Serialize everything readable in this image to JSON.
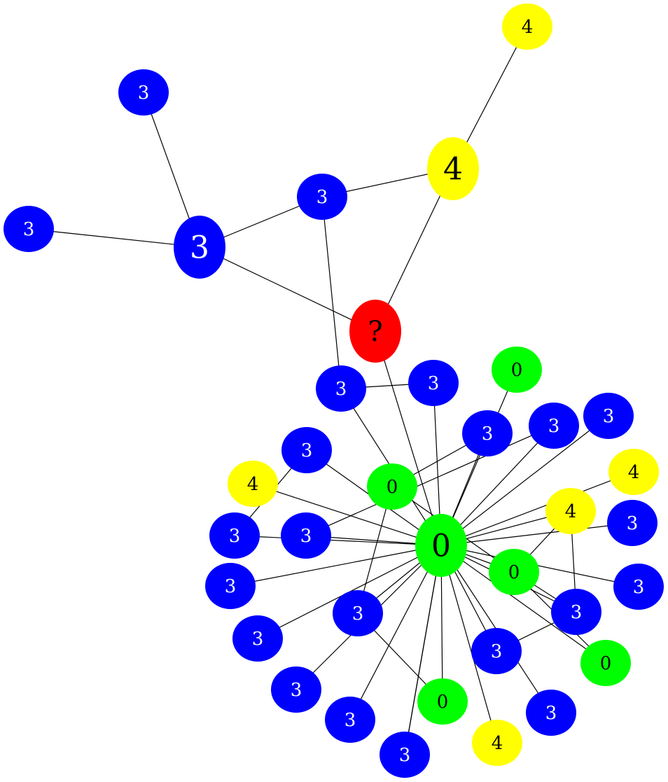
{
  "colors": {
    "blue": "#0000ff",
    "green": "#00ff00",
    "yellow": "#ffff00",
    "red": "#ff0000",
    "edge": "#000000",
    "label_on_blue": "#ffffff",
    "label_default": "#000000"
  },
  "nodes": [
    {
      "id": "y_top",
      "label": "4",
      "color": "yellow"
    },
    {
      "id": "b_topleft",
      "label": "3",
      "color": "blue"
    },
    {
      "id": "y_big",
      "label": "4",
      "color": "yellow"
    },
    {
      "id": "b_mid",
      "label": "3",
      "color": "blue"
    },
    {
      "id": "b_left",
      "label": "3",
      "color": "blue"
    },
    {
      "id": "b_big",
      "label": "3",
      "color": "blue"
    },
    {
      "id": "red_q",
      "label": "?",
      "color": "red"
    },
    {
      "id": "g_top",
      "label": "0",
      "color": "green"
    },
    {
      "id": "b_a",
      "label": "3",
      "color": "blue"
    },
    {
      "id": "b_b",
      "label": "3",
      "color": "blue"
    },
    {
      "id": "b_c",
      "label": "3",
      "color": "blue"
    },
    {
      "id": "b_d",
      "label": "3",
      "color": "blue"
    },
    {
      "id": "b_e",
      "label": "3",
      "color": "blue"
    },
    {
      "id": "b_f",
      "label": "3",
      "color": "blue"
    },
    {
      "id": "y_a",
      "label": "4",
      "color": "yellow"
    },
    {
      "id": "y_b",
      "label": "4",
      "color": "yellow"
    },
    {
      "id": "g_a",
      "label": "0",
      "color": "green"
    },
    {
      "id": "y_c",
      "label": "4",
      "color": "yellow"
    },
    {
      "id": "b_g",
      "label": "3",
      "color": "blue"
    },
    {
      "id": "b_h",
      "label": "3",
      "color": "blue"
    },
    {
      "id": "g_center",
      "label": "0",
      "color": "green"
    },
    {
      "id": "b_i",
      "label": "3",
      "color": "blue"
    },
    {
      "id": "g_b",
      "label": "0",
      "color": "green"
    },
    {
      "id": "b_j",
      "label": "3",
      "color": "blue"
    },
    {
      "id": "b_k",
      "label": "3",
      "color": "blue"
    },
    {
      "id": "b_l",
      "label": "3",
      "color": "blue"
    },
    {
      "id": "b_m",
      "label": "3",
      "color": "blue"
    },
    {
      "id": "b_n",
      "label": "3",
      "color": "blue"
    },
    {
      "id": "g_c",
      "label": "0",
      "color": "green"
    },
    {
      "id": "b_o",
      "label": "3",
      "color": "blue"
    },
    {
      "id": "b_p",
      "label": "3",
      "color": "blue"
    },
    {
      "id": "g_d",
      "label": "0",
      "color": "green"
    },
    {
      "id": "y_d",
      "label": "4",
      "color": "yellow"
    },
    {
      "id": "b_q",
      "label": "3",
      "color": "blue"
    },
    {
      "id": "b_r",
      "label": "3",
      "color": "blue"
    },
    {
      "id": "b_s",
      "label": "3",
      "color": "blue"
    },
    {
      "id": "b_t",
      "label": "3",
      "color": "blue"
    }
  ],
  "edges": [
    {
      "from": "y_top",
      "to": "y_big"
    },
    {
      "from": "y_big",
      "to": "b_mid"
    },
    {
      "from": "y_big",
      "to": "red_q"
    },
    {
      "from": "b_topleft",
      "to": "b_big"
    },
    {
      "from": "b_left",
      "to": "b_big"
    },
    {
      "from": "b_big",
      "to": "b_mid"
    },
    {
      "from": "b_big",
      "to": "red_q"
    },
    {
      "from": "b_mid",
      "to": "b_a"
    },
    {
      "from": "red_q",
      "to": "g_center"
    },
    {
      "from": "b_a",
      "to": "b_b"
    },
    {
      "from": "b_a",
      "to": "g_center"
    },
    {
      "from": "b_b",
      "to": "g_center"
    },
    {
      "from": "g_top",
      "to": "g_center"
    },
    {
      "from": "b_c",
      "to": "g_a"
    },
    {
      "from": "b_c",
      "to": "g_center"
    },
    {
      "from": "b_d",
      "to": "g_center"
    },
    {
      "from": "b_d",
      "to": "b_h"
    },
    {
      "from": "b_e",
      "to": "g_center"
    },
    {
      "from": "b_f",
      "to": "g_center"
    },
    {
      "from": "b_f",
      "to": "b_g"
    },
    {
      "from": "y_a",
      "to": "g_center"
    },
    {
      "from": "y_b",
      "to": "g_center"
    },
    {
      "from": "g_a",
      "to": "g_b"
    },
    {
      "from": "g_a",
      "to": "b_k"
    },
    {
      "from": "y_c",
      "to": "g_center"
    },
    {
      "from": "y_c",
      "to": "g_b"
    },
    {
      "from": "y_c",
      "to": "b_m"
    },
    {
      "from": "b_g",
      "to": "g_center"
    },
    {
      "from": "b_h",
      "to": "g_center"
    },
    {
      "from": "g_center",
      "to": "b_i"
    },
    {
      "from": "g_center",
      "to": "b_j"
    },
    {
      "from": "g_center",
      "to": "g_b"
    },
    {
      "from": "g_center",
      "to": "b_l"
    },
    {
      "from": "g_center",
      "to": "b_k"
    },
    {
      "from": "g_center",
      "to": "b_m"
    },
    {
      "from": "g_center",
      "to": "b_n"
    },
    {
      "from": "g_center",
      "to": "g_c"
    },
    {
      "from": "g_center",
      "to": "b_o"
    },
    {
      "from": "g_center",
      "to": "b_p"
    },
    {
      "from": "g_center",
      "to": "b_q"
    },
    {
      "from": "g_center",
      "to": "g_d"
    },
    {
      "from": "g_center",
      "to": "y_d"
    },
    {
      "from": "g_center",
      "to": "b_r"
    },
    {
      "from": "g_center",
      "to": "b_s"
    },
    {
      "from": "g_center",
      "to": "b_t"
    },
    {
      "from": "g_b",
      "to": "b_m"
    },
    {
      "from": "g_b",
      "to": "g_c"
    },
    {
      "from": "b_k",
      "to": "g_d"
    },
    {
      "from": "b_o",
      "to": "b_m"
    }
  ]
}
